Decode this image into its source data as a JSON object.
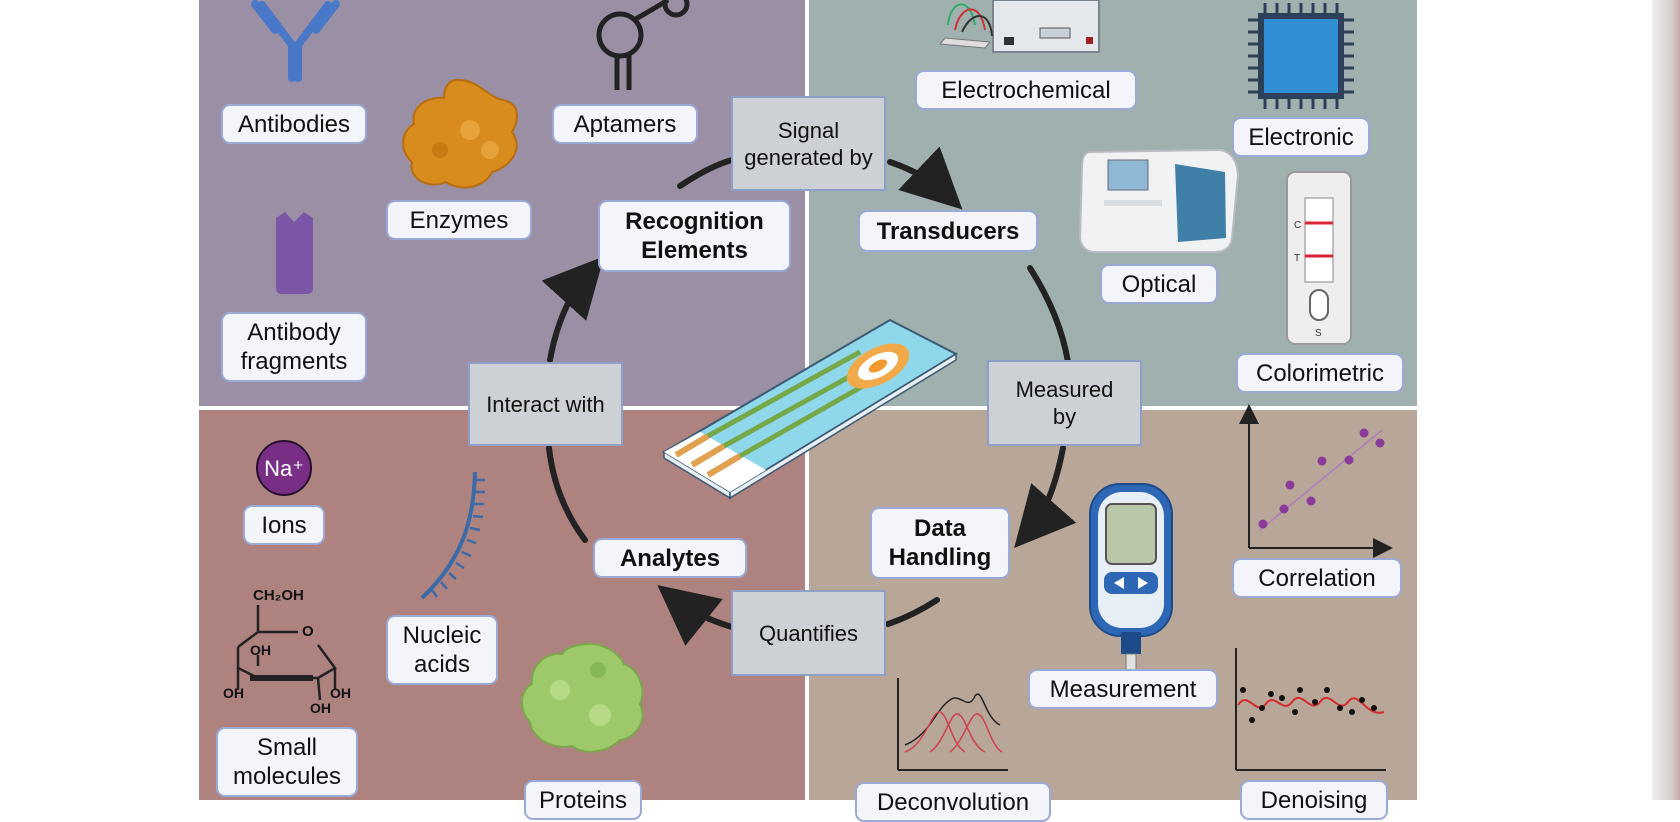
{
  "quadrants": {
    "recognition": {
      "color": "#9b8fa5",
      "labels": {
        "antibodies": "Antibodies",
        "aptamers": "Aptamers",
        "enzymes": "Enzymes",
        "antibody_fragments": "Antibody\nfragments"
      }
    },
    "transducers": {
      "color": "#9fb0ae",
      "labels": {
        "electrochemical": "Electrochemical",
        "electronic": "Electronic",
        "optical": "Optical",
        "colorimetric": "Colorimetric"
      },
      "strip_marks": {
        "c": "C",
        "t": "T",
        "s": "S"
      }
    },
    "analytes": {
      "color": "#ae827f",
      "labels": {
        "ions": "Ions",
        "nucleic_acids": "Nucleic\nacids",
        "small_molecules": "Small\nmolecules",
        "proteins": "Proteins"
      },
      "ion_symbol": "Na⁺",
      "glucose_labels": {
        "ch2oh": "CH₂OH",
        "o": "O",
        "oh": "OH"
      }
    },
    "data_handling": {
      "color": "#b8a698",
      "labels": {
        "correlation": "Correlation",
        "measurement": "Measurement",
        "deconvolution": "Deconvolution",
        "denoising": "Denoising"
      }
    }
  },
  "cycle": {
    "nodes": {
      "recognition_elements": "Recognition\nElements",
      "transducers": "Transducers",
      "data_handling": "Data\nHandling",
      "analytes": "Analytes"
    },
    "connectors": {
      "signal": "Signal\ngenerated by",
      "measured": "Measured\nby",
      "quantifies": "Quantifies",
      "interact": "Interact with"
    }
  }
}
